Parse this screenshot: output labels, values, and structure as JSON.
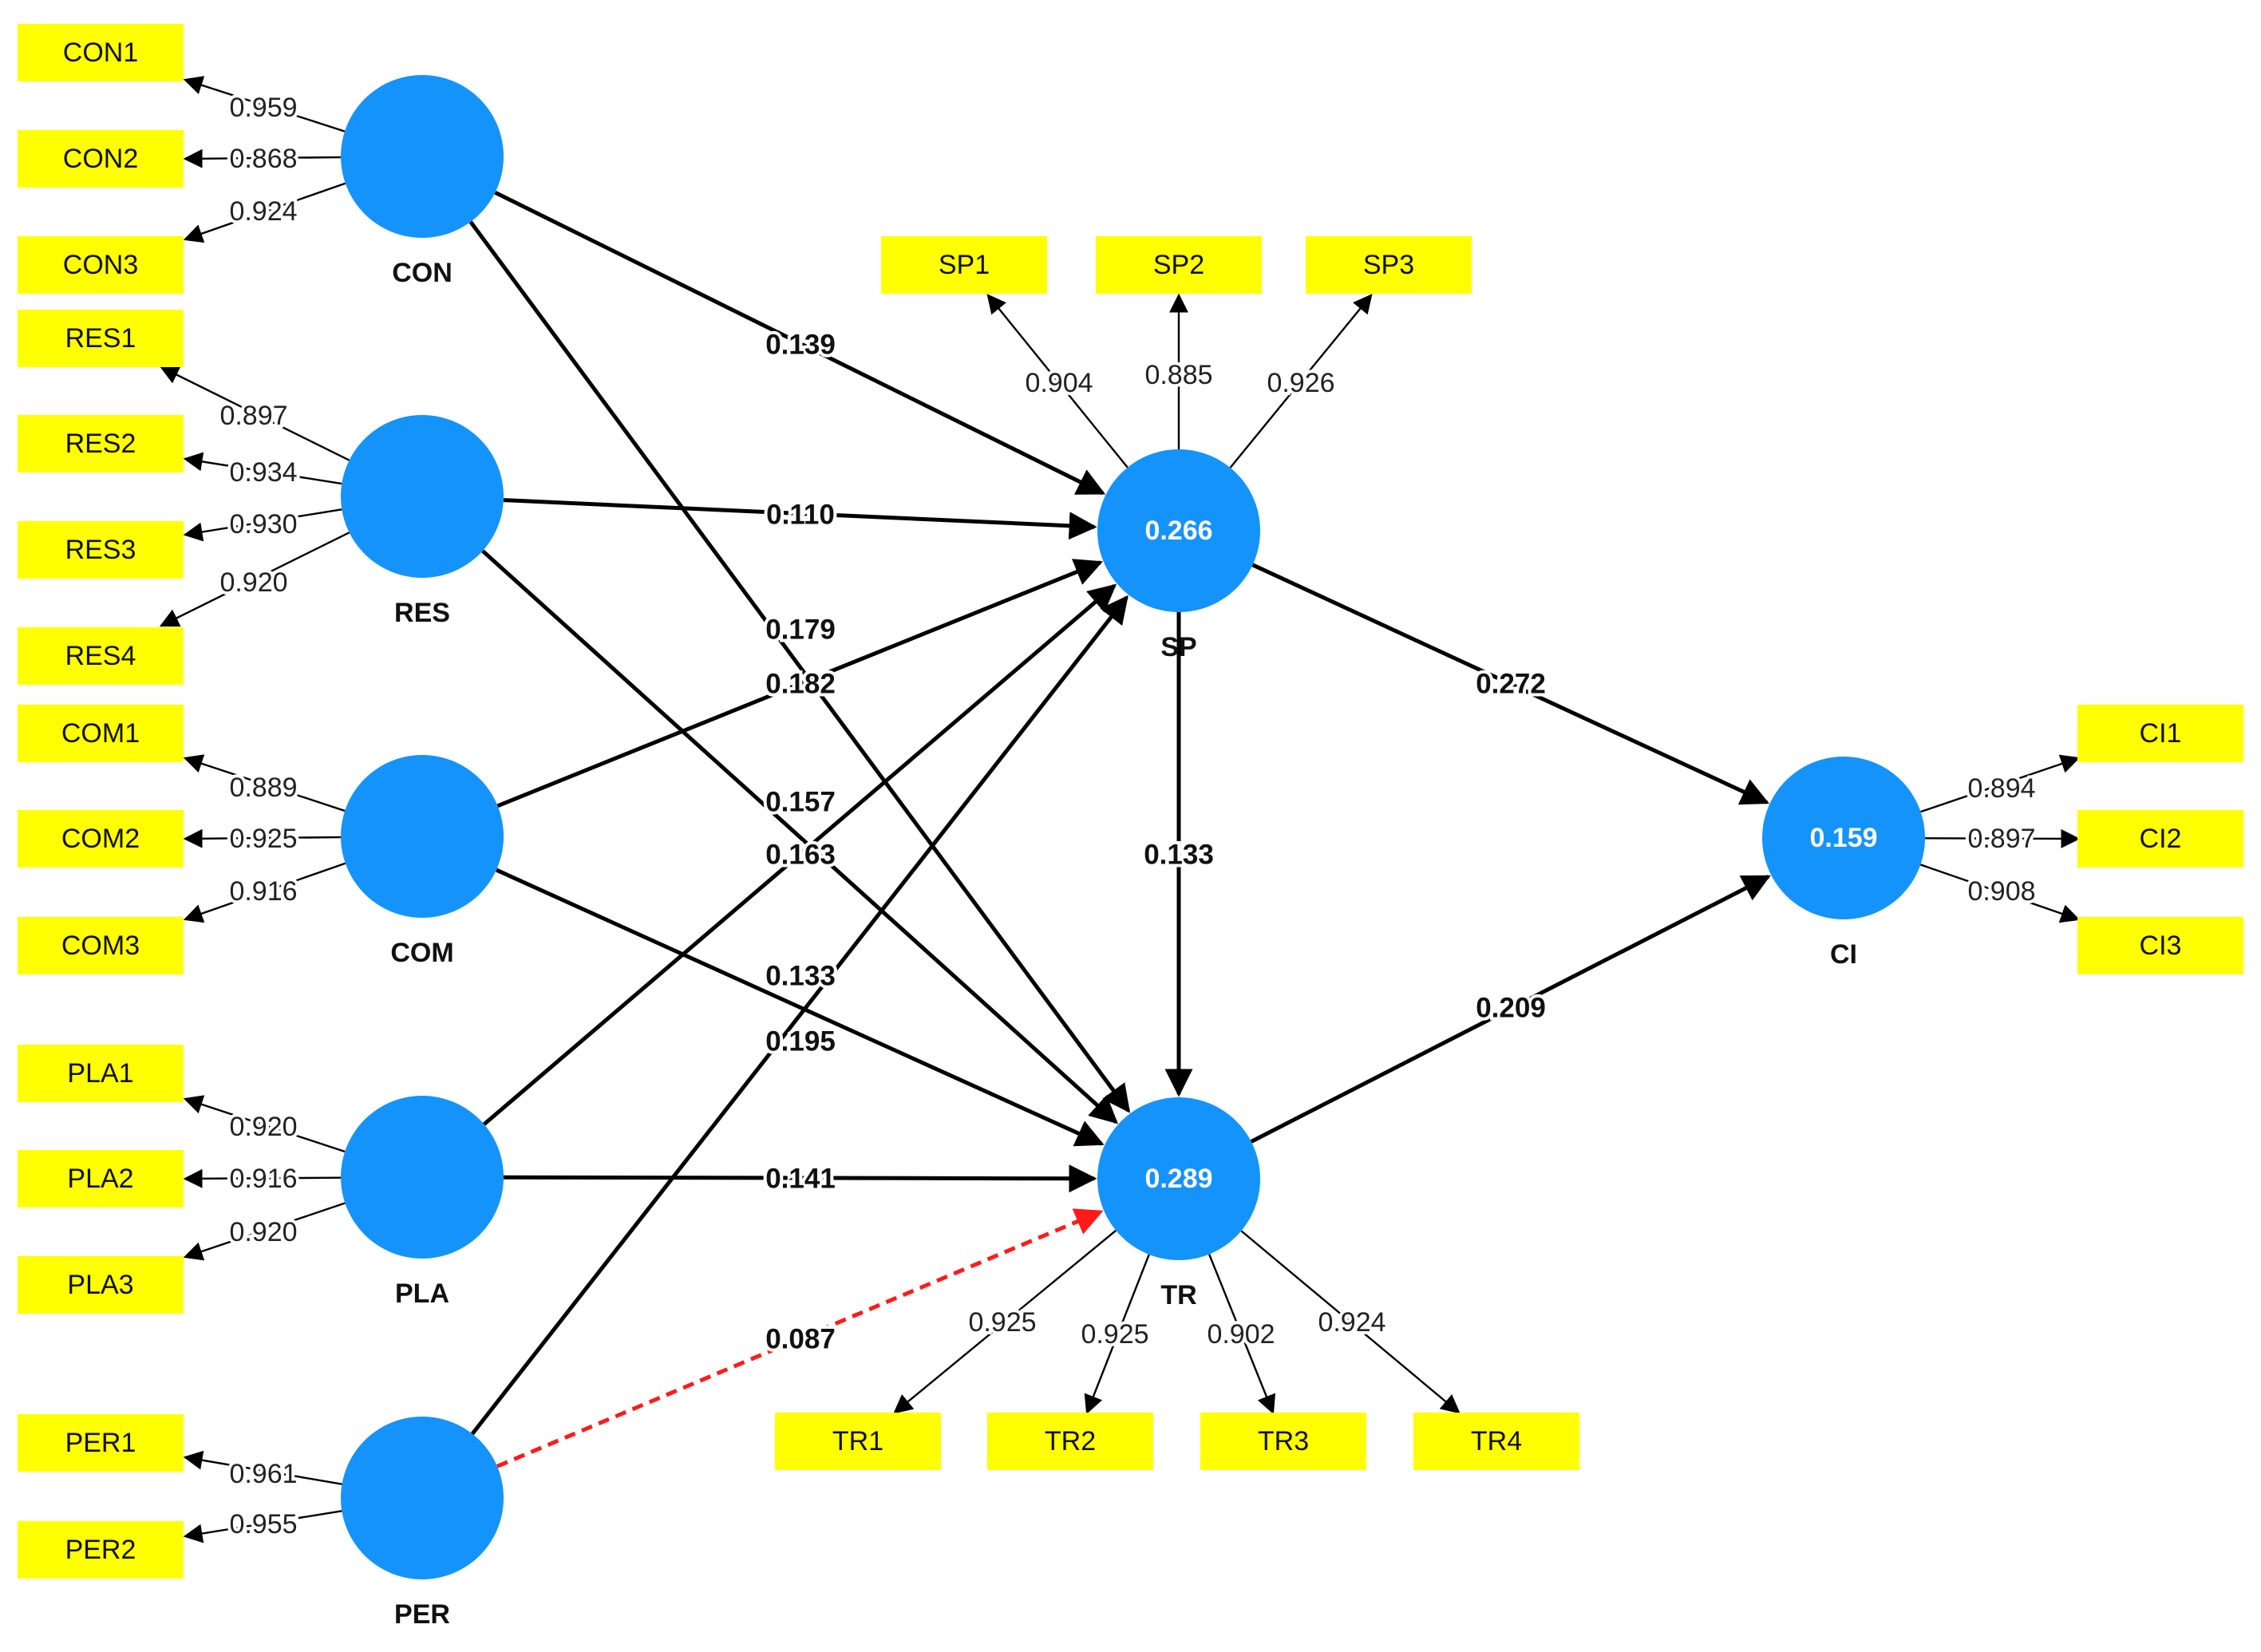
{
  "colors": {
    "construct": "#1493fb",
    "indicator": "#ffff00",
    "path": "#000000",
    "dashed_path": "#ff1a1a",
    "text": "#111111"
  },
  "constructs": [
    {
      "id": "CON",
      "label": "CON",
      "value": ""
    },
    {
      "id": "RES",
      "label": "RES",
      "value": ""
    },
    {
      "id": "COM",
      "label": "COM",
      "value": ""
    },
    {
      "id": "PLA",
      "label": "PLA",
      "value": ""
    },
    {
      "id": "PER",
      "label": "PER",
      "value": ""
    },
    {
      "id": "SP",
      "label": "SP",
      "value": "0.266"
    },
    {
      "id": "TR",
      "label": "TR",
      "value": "0.289"
    },
    {
      "id": "CI",
      "label": "CI",
      "value": "0.159"
    }
  ],
  "indicators": [
    {
      "id": "CON1",
      "label": "CON1",
      "construct": "CON",
      "loading": "0.959"
    },
    {
      "id": "CON2",
      "label": "CON2",
      "construct": "CON",
      "loading": "0.868"
    },
    {
      "id": "CON3",
      "label": "CON3",
      "construct": "CON",
      "loading": "0.924"
    },
    {
      "id": "RES1",
      "label": "RES1",
      "construct": "RES",
      "loading": "0.897"
    },
    {
      "id": "RES2",
      "label": "RES2",
      "construct": "RES",
      "loading": "0.934"
    },
    {
      "id": "RES3",
      "label": "RES3",
      "construct": "RES",
      "loading": "0.930"
    },
    {
      "id": "RES4",
      "label": "RES4",
      "construct": "RES",
      "loading": "0.920"
    },
    {
      "id": "COM1",
      "label": "COM1",
      "construct": "COM",
      "loading": "0.889"
    },
    {
      "id": "COM2",
      "label": "COM2",
      "construct": "COM",
      "loading": "0.925"
    },
    {
      "id": "COM3",
      "label": "COM3",
      "construct": "COM",
      "loading": "0.916"
    },
    {
      "id": "PLA1",
      "label": "PLA1",
      "construct": "PLA",
      "loading": "0.920"
    },
    {
      "id": "PLA2",
      "label": "PLA2",
      "construct": "PLA",
      "loading": "0.916"
    },
    {
      "id": "PLA3",
      "label": "PLA3",
      "construct": "PLA",
      "loading": "0.920"
    },
    {
      "id": "PER1",
      "label": "PER1",
      "construct": "PER",
      "loading": "0.961"
    },
    {
      "id": "PER2",
      "label": "PER2",
      "construct": "PER",
      "loading": "0.955"
    },
    {
      "id": "SP1",
      "label": "SP1",
      "construct": "SP",
      "loading": "0.904"
    },
    {
      "id": "SP2",
      "label": "SP2",
      "construct": "SP",
      "loading": "0.885"
    },
    {
      "id": "SP3",
      "label": "SP3",
      "construct": "SP",
      "loading": "0.926"
    },
    {
      "id": "TR1",
      "label": "TR1",
      "construct": "TR",
      "loading": "0.925"
    },
    {
      "id": "TR2",
      "label": "TR2",
      "construct": "TR",
      "loading": "0.925"
    },
    {
      "id": "TR3",
      "label": "TR3",
      "construct": "TR",
      "loading": "0.902"
    },
    {
      "id": "TR4",
      "label": "TR4",
      "construct": "TR",
      "loading": "0.924"
    },
    {
      "id": "CI1",
      "label": "CI1",
      "construct": "CI",
      "loading": "0.894"
    },
    {
      "id": "CI2",
      "label": "CI2",
      "construct": "CI",
      "loading": "0.897"
    },
    {
      "id": "CI3",
      "label": "CI3",
      "construct": "CI",
      "loading": "0.908"
    }
  ],
  "paths": [
    {
      "from": "CON",
      "to": "SP",
      "coef": "0.139",
      "style": "solid"
    },
    {
      "from": "CON",
      "to": "TR",
      "coef": "0.179",
      "style": "solid"
    },
    {
      "from": "RES",
      "to": "SP",
      "coef": "0.110",
      "style": "solid"
    },
    {
      "from": "RES",
      "to": "TR",
      "coef": "0.157",
      "style": "solid"
    },
    {
      "from": "COM",
      "to": "SP",
      "coef": "0.182",
      "style": "solid"
    },
    {
      "from": "COM",
      "to": "TR",
      "coef": "0.133",
      "style": "solid"
    },
    {
      "from": "PLA",
      "to": "SP",
      "coef": "0.163",
      "style": "solid"
    },
    {
      "from": "PLA",
      "to": "TR",
      "coef": "0.141",
      "style": "solid"
    },
    {
      "from": "PER",
      "to": "SP",
      "coef": "0.195",
      "style": "solid"
    },
    {
      "from": "PER",
      "to": "TR",
      "coef": "0.087",
      "style": "dashed"
    },
    {
      "from": "SP",
      "to": "TR",
      "coef": "0.133",
      "style": "solid"
    },
    {
      "from": "SP",
      "to": "CI",
      "coef": "0.272",
      "style": "solid"
    },
    {
      "from": "TR",
      "to": "CI",
      "coef": "0.209",
      "style": "solid"
    }
  ]
}
